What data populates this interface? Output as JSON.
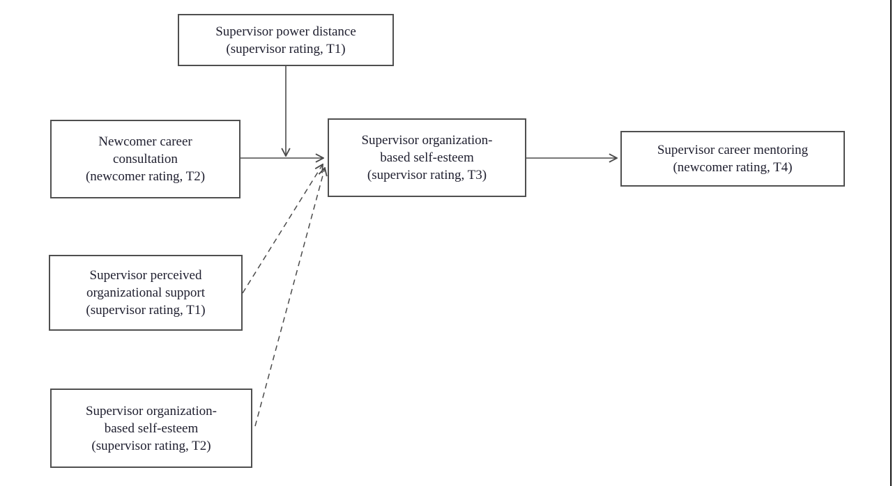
{
  "figure": {
    "colors": {
      "background": "#ffffff",
      "box_border": "#4f4f4f",
      "text": "#1e1e2e",
      "line": "#4a4a4a",
      "page_edge": "#141414"
    },
    "nodes": [
      {
        "id": "supervisor-power-distance",
        "lines": [
          "Supervisor power distance",
          "(supervisor rating, T1)"
        ]
      },
      {
        "id": "newcomer-career-consultation",
        "lines": [
          "Newcomer career",
          "consultation",
          "(newcomer rating, T2)"
        ]
      },
      {
        "id": "supervisor-obse-t3",
        "lines": [
          "Supervisor organization-",
          "based self-esteem",
          "(supervisor rating, T3)"
        ]
      },
      {
        "id": "supervisor-career-mentoring",
        "lines": [
          "Supervisor career mentoring",
          "(newcomer rating, T4)"
        ]
      },
      {
        "id": "supervisor-perceived-org-support",
        "lines": [
          "Supervisor perceived",
          "organizational support",
          "(supervisor rating, T1)"
        ]
      },
      {
        "id": "supervisor-obse-t2",
        "lines": [
          "Supervisor organization-",
          "based self-esteem",
          "(supervisor rating, T2)"
        ]
      }
    ],
    "edges": [
      {
        "from": "newcomer-career-consultation",
        "to": "supervisor-obse-t3",
        "style": "solid"
      },
      {
        "from": "supervisor-power-distance",
        "to": "path(newcomer-career-consultation > supervisor-obse-t3)",
        "style": "solid"
      },
      {
        "from": "supervisor-obse-t3",
        "to": "supervisor-career-mentoring",
        "style": "solid"
      },
      {
        "from": "supervisor-perceived-org-support",
        "to": "supervisor-obse-t3",
        "style": "dashed"
      },
      {
        "from": "supervisor-obse-t2",
        "to": "supervisor-obse-t3",
        "style": "dashed"
      }
    ]
  }
}
